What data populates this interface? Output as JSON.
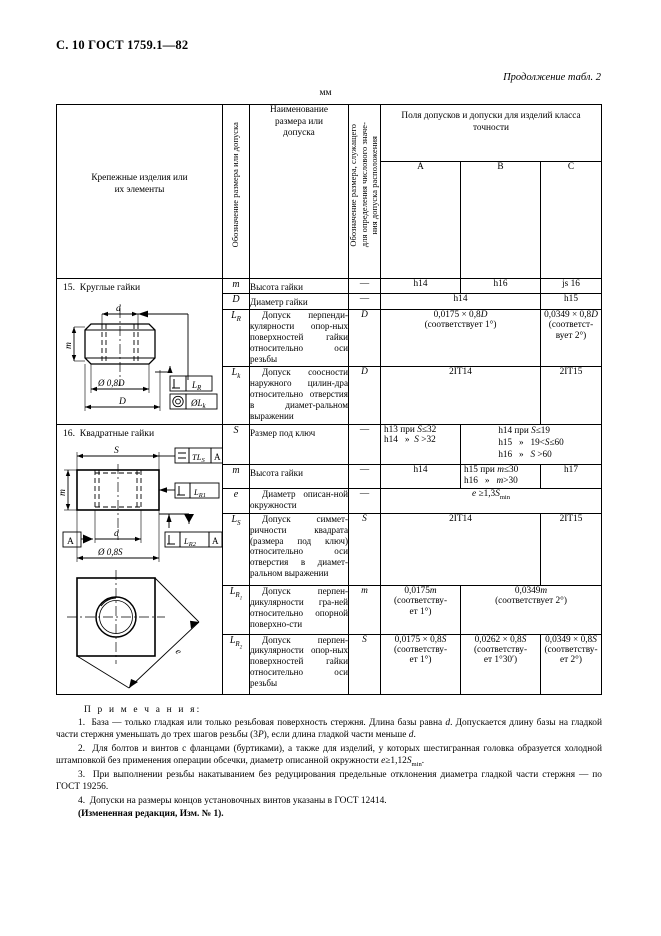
{
  "page": {
    "header": "С. 10 ГОСТ 1759.1—82",
    "continuation": "Продолжение табл. 2",
    "units": "мм"
  },
  "table": {
    "headers": {
      "col_product": "Крепежные изделия или\nих элементы",
      "col_designation_vertical": "Обозначение  размера или допуска",
      "col_name": "Наименование\nразмера или\nдопуска",
      "col_numeric_vertical_line1": "Обозначение размера, служащего",
      "col_numeric_vertical_line2": "для определения числового значе-",
      "col_numeric_vertical_line3": "ния допуска расположения",
      "col_fields_group": "Поля допусков и допуски для изделий класса точности",
      "class_a": "A",
      "class_b": "B",
      "class_c": "C"
    },
    "sections": [
      {
        "number": "15.",
        "title": "Круглые гайки",
        "figure": "round-nut-figure",
        "figure_labels": [
          "d",
          "m",
          "Ø 0,8D",
          "D",
          "L",
          "R",
          "L",
          "k"
        ],
        "rows": [
          {
            "symbol": "m",
            "name": "Высота гайки",
            "numeric": "—",
            "values": [
              {
                "text": "h14",
                "span": 1
              },
              {
                "text": "h16",
                "span": 1
              },
              {
                "text": "js 16",
                "span": 1
              }
            ]
          },
          {
            "symbol": "D",
            "name": "Диаметр гайки",
            "numeric": "—",
            "values": [
              {
                "text": "h14",
                "span": 2
              },
              {
                "text": "h15",
                "span": 1
              }
            ]
          },
          {
            "symbol": "L_R",
            "name": "Допуск перпенди-кулярности опор-ных поверхностей гайки относительно оси резьбы",
            "numeric": "D",
            "values": [
              {
                "text": "0,0175 × 0,8D\n(соответствует 1°)",
                "span": 2
              },
              {
                "text": "0,0349 × 0,8D\n(соответст-вует 2°)",
                "span": 1
              }
            ]
          },
          {
            "symbol": "L_k",
            "name": "Допуск соосности наружного цилин-дра относительно отверстия в диамет-ральном выражении",
            "numeric": "D",
            "values": [
              {
                "text": "2IT14",
                "span": 2
              },
              {
                "text": "2IT15",
                "span": 1
              }
            ]
          }
        ]
      },
      {
        "number": "16.",
        "title": "Квадратные гайки",
        "figure": "square-nut-figure",
        "figure_labels": [
          "S",
          "m",
          "d",
          "Ø 0,8S",
          "A",
          "TL_S",
          "L_R1",
          "L_R2",
          "e"
        ],
        "rows": [
          {
            "symbol": "S",
            "name": "Размер под ключ",
            "numeric": "—",
            "values": [
              {
                "text": "h13 при S≤32\nh14   »   S >32",
                "span": 1
              },
              {
                "text": "h14 при S≤19\nh15    »    19<S≤60\nh16    »    S >60",
                "span": 2
              }
            ]
          },
          {
            "symbol": "m",
            "name": "Высота гайки",
            "numeric": "—",
            "values": [
              {
                "text": "h14",
                "span": 1
              },
              {
                "text": "h15 при m≤30\nh16   »    m>30",
                "span": 1
              },
              {
                "text": "h17",
                "span": 1
              }
            ]
          },
          {
            "symbol": "e",
            "name": "Диаметр описан-ной окружности",
            "numeric": "—",
            "values": [
              {
                "text": "e ≥1,3S_min",
                "span": 3
              }
            ]
          },
          {
            "symbol": "L_S",
            "name": "Допуск симмет-ричности квадрата (размера под ключ) относительно оси отверстия в диамет-ральном выражении",
            "numeric": "S",
            "values": [
              {
                "text": "2IT14",
                "span": 2
              },
              {
                "text": "2IT15",
                "span": 1
              }
            ]
          },
          {
            "symbol": "L_R1",
            "name": "Допуск перпен-дикулярности гра-ней относительно опорной поверхно-сти",
            "numeric": "m",
            "values": [
              {
                "text": "0,0175m\n(соответству-ет 1°)",
                "span": 1
              },
              {
                "text": "0,0349m\n(соответствует 2°)",
                "span": 2
              }
            ]
          },
          {
            "symbol": "L_R2",
            "name": "Допуск перпен-дикулярности опор-ных поверхностей гайки относительно оси резьбы",
            "numeric": "S",
            "values": [
              {
                "text": "0,0175 × 0,8S\n(соответству-ет 1°)",
                "span": 1
              },
              {
                "text": "0,0262 × 0,8S\n(соответству-ет 1°30′)",
                "span": 1
              },
              {
                "text": "0,0349 × 0,8S\n(соответству-ет 2°)",
                "span": 1
              }
            ]
          }
        ]
      }
    ]
  },
  "notes": {
    "heading": "П р и м е ч а н и я:",
    "items": [
      "1.  База — только гладкая или только резьбовая поверхность стержня. Длина базы равна d. Допускается длину базы на гладкой части стержня уменьшать до трех шагов резьбы (3Р), если длина гладкой части меньше d.",
      "2.  Для болтов и винтов с фланцами (буртиками), а также для изделий, у которых шестигранная головка образуется холодной штамповкой без применения операции обсечки, диаметр описанной окружности e≥1,12S min.",
      "3.  При выполнении резьбы накатыванием без редуцирования предельные отклонения диаметра гладкой части стержня — по ГОСТ 19256.",
      "4.  Допуски на размеры концов установочных винтов указаны в ГОСТ 12414."
    ],
    "revision": "(Измененная редакция, Изм. № 1)."
  }
}
